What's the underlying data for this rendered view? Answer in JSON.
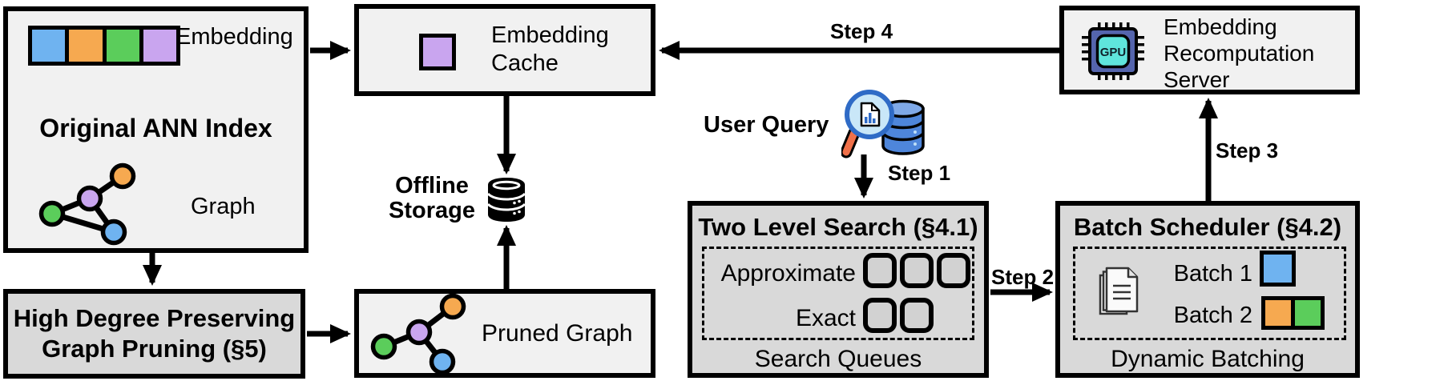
{
  "figure": {
    "original_ann_index": {
      "title": "Original ANN Index",
      "embedding_label": "Embedding",
      "graph_label": "Graph"
    },
    "embedding_cache": {
      "label": "Embedding Cache"
    },
    "offline_storage": {
      "label": "Offline Storage"
    },
    "recomputation_server": {
      "label": "Embedding Recomputation Server",
      "chip_text": "GPU"
    },
    "user_query": {
      "label": "User Query"
    },
    "high_degree_pruning": {
      "title": "High Degree Preserving Graph Pruning (§5)"
    },
    "pruned_graph": {
      "label": "Pruned Graph"
    },
    "two_level_search": {
      "title": "Two Level Search (§4.1)",
      "approximate_label": "Approximate",
      "exact_label": "Exact",
      "caption": "Search Queues"
    },
    "batch_scheduler": {
      "title": "Batch Scheduler (§4.2)",
      "batch1_label": "Batch 1",
      "batch2_label": "Batch 2",
      "caption": "Dynamic Batching"
    },
    "steps": {
      "step1": "Step 1",
      "step2": "Step 2",
      "step3": "Step 3",
      "step4": "Step 4"
    }
  },
  "colors": {
    "blue": "#6FB3F0",
    "orange": "#F6A950",
    "green": "#5BCD5B",
    "purple": "#C9A5EF",
    "light": "#F1F1F1",
    "dark": "#D9D9D9",
    "queue": "#D2D2D2",
    "chip_body": "#5565AD",
    "chip_core": "#5FE5DC",
    "glass_lens": "#C9E7F8",
    "glass_rim": "#2F6BC6",
    "glass_handle": "#F07049",
    "db_blue": "#4E86DB",
    "db_blue_light": "#7FA9E8"
  }
}
